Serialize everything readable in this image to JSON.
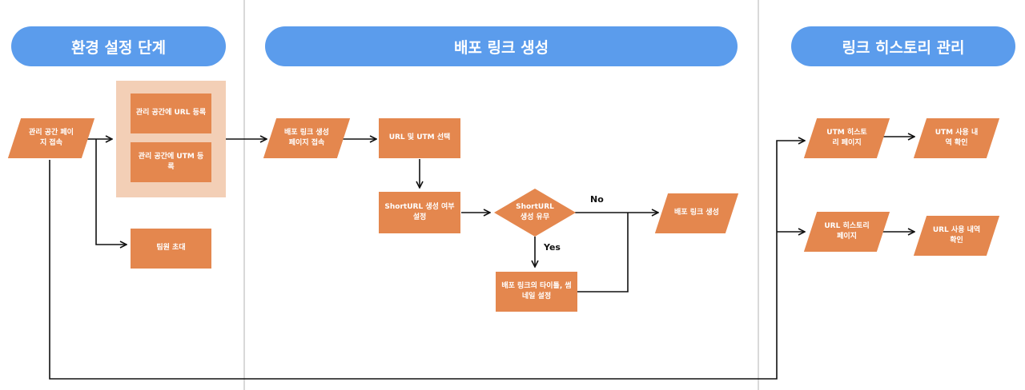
{
  "headers": {
    "setup": "환경 설정 단계",
    "create": "배포 링크 생성",
    "history": "링크 히스토리 관리"
  },
  "nodes": {
    "admin_access": "관리 공간 페이\n지 접속",
    "register_url": "관리 공간에 URL 등록",
    "register_utm": "관리 공간에 UTM 등록",
    "invite_team": "팀원 초대",
    "deploy_page_access": "배포 링크 생성\n페이지 접속",
    "select_url_utm": "URL 및 UTM 선택",
    "shorturl_setting": "ShortURL 생성 여부\n설정",
    "shorturl_decision": "ShortURL\n생성 유무",
    "create_link": "배포 링크 생성",
    "title_thumbnail": "배포 링크의 타이틀, 썸\n네일 설정",
    "utm_history_page": "UTM 히스토\n리 페이지",
    "utm_usage_check": "UTM 사용 내\n역 확인",
    "url_history_page": "URL 히스토리\n페이지",
    "url_usage_check": "URL 사용 내역\n확인"
  },
  "edge_labels": {
    "no": "No",
    "yes": "Yes"
  },
  "colors": {
    "header": "#5b9cec",
    "node": "#e4874e",
    "group": "#f3cfb6",
    "line": "#111111",
    "divider": "#d9d9d9"
  }
}
